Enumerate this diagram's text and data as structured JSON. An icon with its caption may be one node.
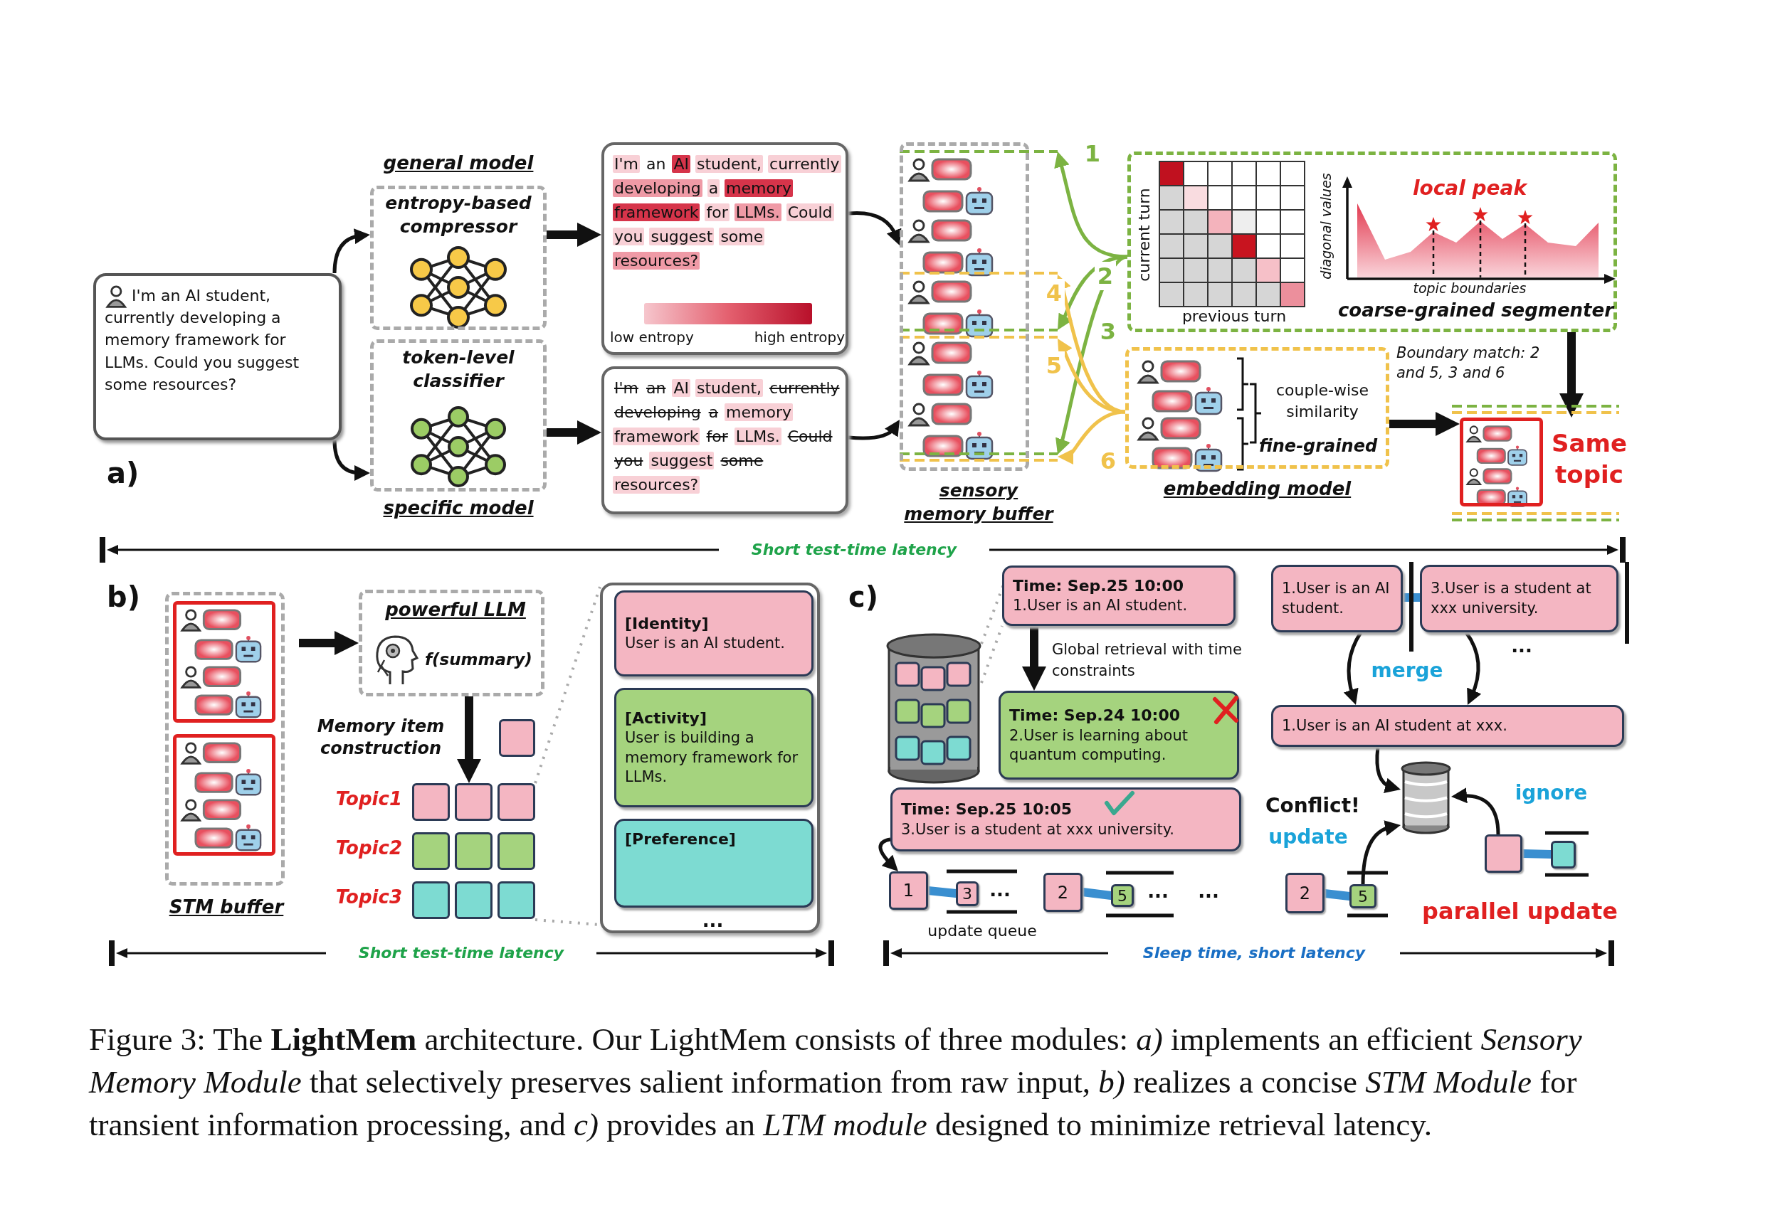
{
  "diagram": {
    "caption": "Figure 3: The **LightMem** architecture. Our LightMem consists of three modules: *a)* implements an efficient *Sensory Memory Module* that selectively preserves salient information from raw input, *b)* realizes a concise *STM Module* for transient information processing, and *c)* provides an *LTM module* designed to minimize retrieval latency.",
    "nodes": [
      {
        "text": [
          "I'm an AI student, currently developing a memory framework for LLMs. Could you suggest some resources?"
        ]
      },
      {
        "text": [
          "general model",
          "entropy-based compressor"
        ]
      },
      {
        "text": [
          "token-level classifier",
          "specific model"
        ]
      },
      {
        "text": [
          "I'm an AI student, currently developing a memory framework for LLMs. Could you suggest some resources?",
          "low entropy",
          "high entropy"
        ]
      },
      {
        "text": [
          "I'm an AI student, currently developing a memory framework for LLMs. Could you suggest some resources?"
        ]
      },
      {
        "text": [
          "sensory memory buffer"
        ]
      },
      {
        "text": [
          "coarse-grained segmenter"
        ]
      },
      {
        "text": [
          "couple-wise similarity",
          "fine-grained",
          "embedding model"
        ]
      },
      {
        "text": [],
        "shape": "box",
        "beside": [
          "Same topic"
        ]
      },
      {
        "text": [
          "STM buffer"
        ]
      },
      {
        "text": [],
        "shape": "box",
        "in": 9
      },
      {
        "text": [],
        "shape": "box",
        "in": 9
      },
      {
        "text": [
          "powerful LLM",
          "f(summary)"
        ]
      },
      {
        "text": [],
        "shape": "grid"
      },
      {
        "text": [
          "..."
        ]
      },
      {
        "text": [
          "[Identity]",
          "User is an AI student."
        ],
        "in": 14
      },
      {
        "text": [
          "[Activity]",
          "User is building a memory framework for LLMs."
        ],
        "in": 14
      },
      {
        "text": [
          "[Preference]"
        ],
        "in": 14
      },
      {
        "text": [],
        "shape": "cylinder"
      },
      {
        "text": [
          "Time: Sep.25 10:00",
          "1.User is an AI student."
        ]
      },
      {
        "text": [
          "Time: Sep.24 10:00",
          "2.User is learning about quantum computing."
        ]
      },
      {
        "text": [
          "Time: Sep.25 10:05",
          "3.User is a student at xxx university."
        ]
      },
      {
        "text": [
          "1"
        ]
      },
      {
        "text": [
          "3"
        ]
      },
      {
        "text": [
          "2"
        ]
      },
      {
        "text": [
          "5"
        ]
      },
      {
        "text": [
          "1.User is an AI student."
        ]
      },
      {
        "text": [
          "3.User is a student at xxx university."
        ]
      },
      {
        "text": [
          "1.User is an AI student at xxx."
        ]
      },
      {
        "text": [],
        "shape": "cylinder"
      },
      {
        "text": [
          "2"
        ]
      },
      {
        "text": [
          "5"
        ]
      },
      {
        "text": [],
        "shape": "box"
      },
      {
        "text": [],
        "shape": "box"
      },
      {
        "text": [],
        "shape": "bar",
        "in": 3
      },
      {
        "text": [],
        "shape": "box"
      }
    ],
    "edges": [
      {
        "from": 0,
        "to": 1,
        "arrow": "to"
      },
      {
        "from": 0,
        "to": 2,
        "arrow": "to"
      },
      {
        "from": 1,
        "to": 3,
        "arrow": "to",
        "style": "thick"
      },
      {
        "from": 2,
        "to": 4,
        "arrow": "to",
        "style": "thick"
      },
      {
        "from": 3,
        "to": 5,
        "arrow": "to"
      },
      {
        "from": 4,
        "to": 5,
        "arrow": "to"
      },
      {
        "from": 6,
        "to": 5,
        "arrow": "to",
        "label": "1",
        "color": "#7cb342"
      },
      {
        "from": 6,
        "to": 5,
        "arrow": "to",
        "label": "2",
        "color": "#7cb342"
      },
      {
        "from": 6,
        "to": 5,
        "arrow": "to",
        "label": "3",
        "color": "#7cb342"
      },
      {
        "from": 7,
        "to": 5,
        "arrow": "to",
        "label": "4",
        "color": "#f0c24b"
      },
      {
        "from": 7,
        "to": 5,
        "arrow": "to",
        "label": "5",
        "color": "#f0c24b"
      },
      {
        "from": 7,
        "to": 5,
        "arrow": "to",
        "label": "6",
        "color": "#f0c24b"
      },
      {
        "from": 7,
        "to": 8,
        "arrow": "to",
        "style": "thick"
      },
      {
        "from": 6,
        "to": 8,
        "arrow": "to",
        "style": "thick"
      },
      {
        "from": 9,
        "to": 12,
        "arrow": "to",
        "style": "thick"
      },
      {
        "from": 12,
        "to": 13,
        "arrow": "to",
        "style": "thick"
      },
      {
        "from": 13,
        "to": 14,
        "arrow": "none",
        "style": "dashed",
        "color": "#aaaaaa"
      },
      {
        "from": 18,
        "to": 19,
        "arrow": "none",
        "style": "dashed",
        "color": "#aaaaaa"
      },
      {
        "from": 19,
        "to": 20,
        "arrow": "to",
        "style": "thick",
        "label": "Global retrieval with time constraints"
      },
      {
        "from": 21,
        "to": 22,
        "arrow": "to"
      },
      {
        "from": 22,
        "to": 23,
        "arrow": "none",
        "style": "thick",
        "color": "#3a8fd0"
      },
      {
        "from": 24,
        "to": 25,
        "arrow": "none",
        "style": "thick",
        "color": "#3a8fd0"
      },
      {
        "from": 26,
        "to": 27,
        "arrow": "none",
        "style": "thick",
        "color": "#3a8fd0"
      },
      {
        "from": 26,
        "to": 28,
        "arrow": "to"
      },
      {
        "from": 27,
        "to": 28,
        "arrow": "to"
      },
      {
        "from": 28,
        "to": 29,
        "arrow": "to"
      },
      {
        "from": 30,
        "to": 31,
        "arrow": "none",
        "style": "thick",
        "color": "#3a8fd0"
      },
      {
        "from": 31,
        "to": 29,
        "arrow": "to"
      },
      {
        "from": 32,
        "to": 33,
        "arrow": "none",
        "style": "thick",
        "color": "#3a8fd0"
      },
      {
        "from": 32,
        "to": 29,
        "arrow": "to"
      }
    ],
    "labels": [
      "current turn",
      "previous turn",
      "diagonal values",
      "local peak",
      "topic boundaries",
      "Boundary match: 2 and 5, 3 and 6",
      "a)",
      "Short test-time latency",
      "b)",
      "Memory item construction",
      "Topic1",
      "Topic2",
      "Topic3",
      "Short test-time latency",
      "c)",
      "...",
      "update queue",
      "...",
      "...",
      "...",
      "merge",
      "Conflict!",
      "update",
      "ignore",
      "parallel update",
      "Sleep time, short latency"
    ]
  }
}
